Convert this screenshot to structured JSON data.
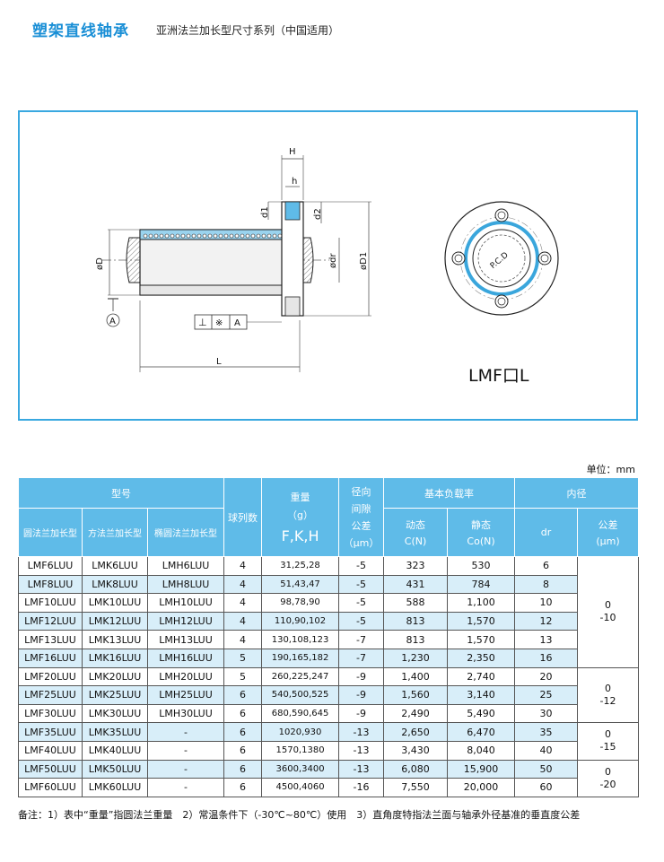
{
  "header": {
    "title": "塑架直线轴承",
    "subtitle": "亚洲法兰加长型尺寸系列（中国适用）"
  },
  "drawing": {
    "labels": {
      "H": "H",
      "h": "h",
      "d1": "d1",
      "d2": "d2",
      "D": "øD",
      "dr": "ødr",
      "D1": "øD1",
      "L": "L",
      "A": "A",
      "perp": "⊥",
      "sym": "※",
      "datum": "A",
      "pcd": "P.C.D"
    },
    "model": "LMF口L"
  },
  "unit_note": "单位：mm",
  "table": {
    "headers": {
      "model": "型号",
      "round": "圆法兰加长型",
      "square": "方法兰加长型",
      "oval": "椭圆法兰加长型",
      "balls": "球列数",
      "weight": "重量",
      "weight_unit": "（g）",
      "weight_fkh": "F,K,H",
      "radial1": "径向",
      "radial2": "间隙",
      "radial3": "公差",
      "radial_unit": "（μm）",
      "load": "基本负载率",
      "dynamic": "动态",
      "dynamic_unit": "C(N)",
      "static": "静态",
      "static_unit": "Co(N)",
      "bore": "内径",
      "dr": "dr",
      "tol": "公差",
      "tol_unit": "(μm)"
    },
    "rows": [
      {
        "round": "LMF6LUU",
        "square": "LMK6LUU",
        "oval": "LMH6LUU",
        "balls": "4",
        "weight": "31,25,28",
        "clear": "-5",
        "dyn": "323",
        "sta": "530",
        "dr": "6"
      },
      {
        "round": "LMF8LUU",
        "square": "LMK8LUU",
        "oval": "LMH8LUU",
        "balls": "4",
        "weight": "51,43,47",
        "clear": "-5",
        "dyn": "431",
        "sta": "784",
        "dr": "8"
      },
      {
        "round": "LMF10LUU",
        "square": "LMK10LUU",
        "oval": "LMH10LUU",
        "balls": "4",
        "weight": "98,78,90",
        "clear": "-5",
        "dyn": "588",
        "sta": "1,100",
        "dr": "10"
      },
      {
        "round": "LMF12LUU",
        "square": "LMK12LUU",
        "oval": "LMH12LUU",
        "balls": "4",
        "weight": "110,90,102",
        "clear": "-5",
        "dyn": "813",
        "sta": "1,570",
        "dr": "12"
      },
      {
        "round": "LMF13LUU",
        "square": "LMK13LUU",
        "oval": "LMH13LUU",
        "balls": "4",
        "weight": "130,108,123",
        "clear": "-7",
        "dyn": "813",
        "sta": "1,570",
        "dr": "13"
      },
      {
        "round": "LMF16LUU",
        "square": "LMK16LUU",
        "oval": "LMH16LUU",
        "balls": "5",
        "weight": "190,165,182",
        "clear": "-7",
        "dyn": "1,230",
        "sta": "2,350",
        "dr": "16"
      },
      {
        "round": "LMF20LUU",
        "square": "LMK20LUU",
        "oval": "LMH20LUU",
        "balls": "5",
        "weight": "260,225,247",
        "clear": "-9",
        "dyn": "1,400",
        "sta": "2,740",
        "dr": "20"
      },
      {
        "round": "LMF25LUU",
        "square": "LMK25LUU",
        "oval": "LMH25LUU",
        "balls": "6",
        "weight": "540,500,525",
        "clear": "-9",
        "dyn": "1,560",
        "sta": "3,140",
        "dr": "25"
      },
      {
        "round": "LMF30LUU",
        "square": "LMK30LUU",
        "oval": "LMH30LUU",
        "balls": "6",
        "weight": "680,590,645",
        "clear": "-9",
        "dyn": "2,490",
        "sta": "5,490",
        "dr": "30"
      },
      {
        "round": "LMF35LUU",
        "square": "LMK35LUU",
        "oval": "-",
        "balls": "6",
        "weight": "1020,930",
        "clear": "-13",
        "dyn": "2,650",
        "sta": "6,470",
        "dr": "35"
      },
      {
        "round": "LMF40LUU",
        "square": "LMK40LUU",
        "oval": "-",
        "balls": "6",
        "weight": "1570,1380",
        "clear": "-13",
        "dyn": "3,430",
        "sta": "8,040",
        "dr": "40"
      },
      {
        "round": "LMF50LUU",
        "square": "LMK50LUU",
        "oval": "-",
        "balls": "6",
        "weight": "3600,3400",
        "clear": "-13",
        "dyn": "6,080",
        "sta": "15,900",
        "dr": "50"
      },
      {
        "round": "LMF60LUU",
        "square": "LMK60LUU",
        "oval": "-",
        "balls": "6",
        "weight": "4500,4060",
        "clear": "-16",
        "dyn": "7,550",
        "sta": "20,000",
        "dr": "60"
      }
    ],
    "tolerance_groups": [
      {
        "upper": "0",
        "lower": "-10"
      },
      {
        "upper": "0",
        "lower": "-12"
      },
      {
        "upper": "0",
        "lower": "-15"
      },
      {
        "upper": "0",
        "lower": "-20"
      }
    ]
  },
  "footnote": "备注：1）表中“重量”指圆法兰重量　2）常温条件下（-30℃~80℃）使用　3）直角度特指法兰面与轴承外径基准的垂直度公差"
}
